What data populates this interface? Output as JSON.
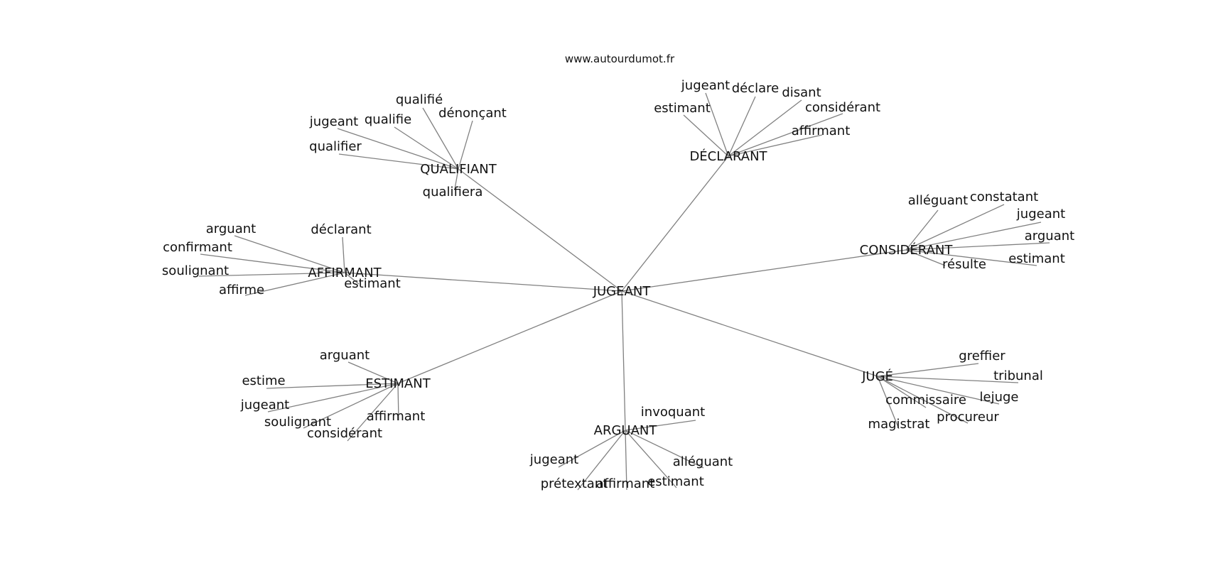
{
  "site_label": "www.autourdumot.fr",
  "colors": {
    "edge": "#808080",
    "text": "#111111",
    "background": "#ffffff"
  },
  "graph": {
    "center": "JUGEANT",
    "branches": [
      {
        "hub": "QUALIFIANT",
        "leaves": [
          "qualifié",
          "dénonçant",
          "jugeant",
          "qualifie",
          "qualifier",
          "qualifiera"
        ]
      },
      {
        "hub": "DÉCLARANT",
        "leaves": [
          "jugeant",
          "déclare",
          "disant",
          "estimant",
          "considérant",
          "affirmant"
        ]
      },
      {
        "hub": "CONSIDÉRANT",
        "leaves": [
          "alléguant",
          "constatant",
          "jugeant",
          "arguant",
          "estimant",
          "résulte"
        ]
      },
      {
        "hub": "AFFIRMANT",
        "leaves": [
          "arguant",
          "déclarant",
          "confirmant",
          "soulignant",
          "affirme",
          "estimant"
        ]
      },
      {
        "hub": "ESTIMANT",
        "leaves": [
          "arguant",
          "estime",
          "jugeant",
          "soulignant",
          "considérant",
          "affirmant"
        ]
      },
      {
        "hub": "ARGUANT",
        "leaves": [
          "invoquant",
          "jugeant",
          "alléguant",
          "prétextant",
          "affirmant",
          "estimant"
        ]
      },
      {
        "hub": "JUGÉ",
        "leaves": [
          "greffier",
          "tribunal",
          "lejuge",
          "commissaire",
          "procureur",
          "magistrat"
        ]
      }
    ]
  }
}
